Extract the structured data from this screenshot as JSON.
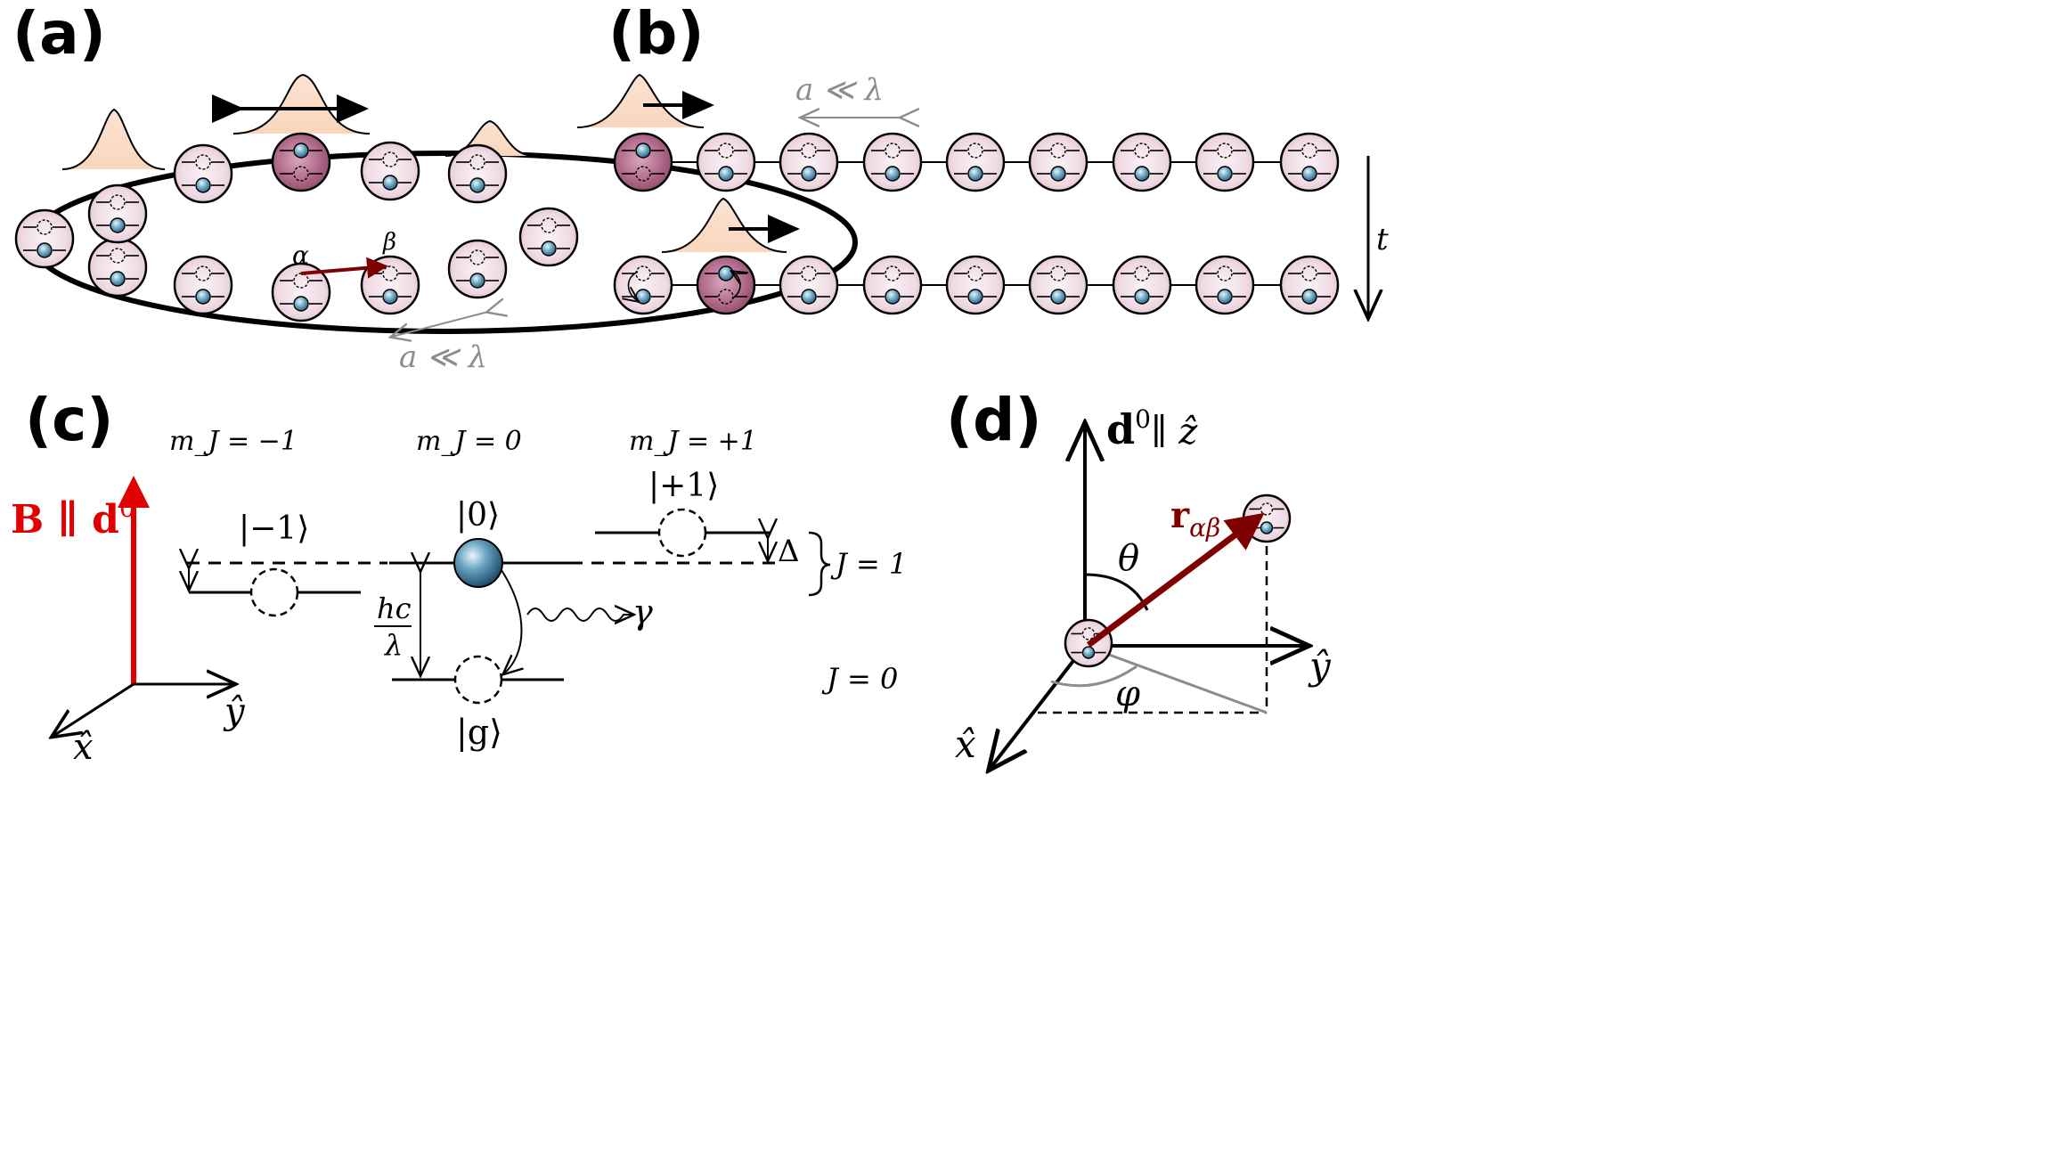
{
  "panels": {
    "a": {
      "label": "(a)",
      "site_alpha": "α",
      "site_beta": "β",
      "spacing": "a ≪ λ"
    },
    "b": {
      "label": "(b)",
      "spacing": "a ≪ λ",
      "time": "t"
    },
    "c": {
      "label": "(c)",
      "mj_minus": "m_J = −1",
      "mj_zero": "m_J = 0",
      "mj_plus": "m_J = +1",
      "ket_minus": "|−1⟩",
      "ket_zero": "|0⟩",
      "ket_plus": "|+1⟩",
      "ket_g": "|g⟩",
      "delta": "Δ",
      "J1": "J = 1",
      "J0": "J = 0",
      "gamma": "γ",
      "hc": "hc",
      "lambda": "λ",
      "B_field": "B ∥ d",
      "B_sup": "0",
      "axis_x": "x̂",
      "axis_y": "ŷ"
    },
    "d": {
      "label": "(d)",
      "dipole": "d",
      "dipole_sup": "0",
      "dipole_par": "∥ ẑ",
      "r_vec": "r",
      "r_sub": "αβ",
      "theta": "θ",
      "phi": "φ",
      "axis_x": "x̂",
      "axis_y": "ŷ"
    }
  },
  "colors": {
    "site_light": "#f1dde6",
    "site_dark": "#b06a8a",
    "atom": "#5a9ab6",
    "arrow_red": "#7f0000",
    "field_red": "#e00000",
    "gray": "#8c8c8c",
    "gauss": "#fbdcc6"
  }
}
